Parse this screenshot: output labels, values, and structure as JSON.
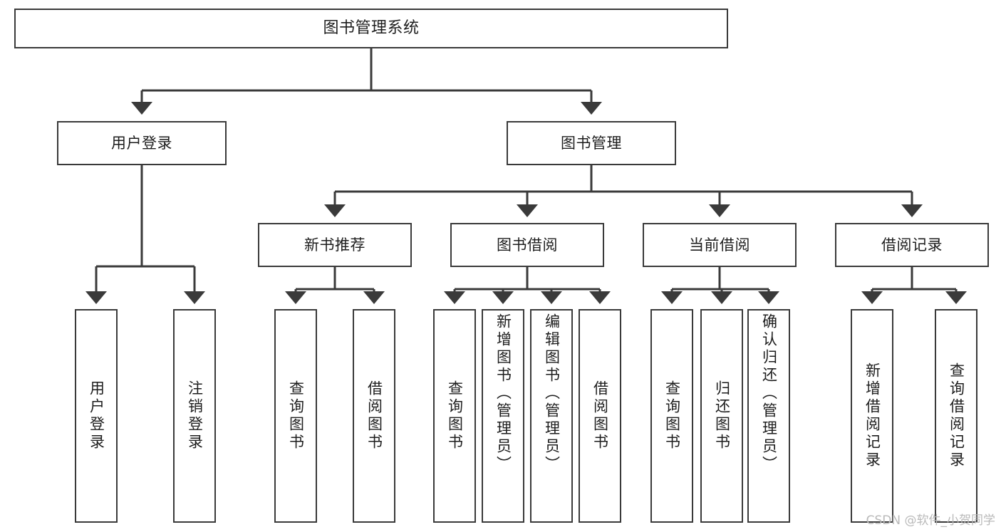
{
  "diagram": {
    "type": "tree",
    "title": "图书管理系统",
    "watermark": "CSDN @软件_小贺同学",
    "colors": {
      "border": "#3a3a3a",
      "background": "#ffffff",
      "text": "#1d1d1d",
      "watermark": "#b9b9b9"
    },
    "nodes": {
      "root": {
        "label": "图书管理系统"
      },
      "level2": [
        {
          "label": "用户登录"
        },
        {
          "label": "图书管理"
        }
      ],
      "level3": [
        {
          "label": "新书推荐"
        },
        {
          "label": "图书借阅"
        },
        {
          "label": "当前借阅"
        },
        {
          "label": "借阅记录"
        }
      ],
      "leaves": {
        "user_login": [
          {
            "label": "用户登录"
          },
          {
            "label": "注销登录"
          }
        ],
        "new_book": [
          {
            "label": "查询图书"
          },
          {
            "label": "借阅图书"
          }
        ],
        "book_borrow": [
          {
            "label": "查询图书"
          },
          {
            "label": "新增图书（管理员）"
          },
          {
            "label": "编辑图书（管理员）"
          },
          {
            "label": "借阅图书"
          }
        ],
        "current_borrow": [
          {
            "label": "查询图书"
          },
          {
            "label": "归还图书"
          },
          {
            "label": "确认归还（管理员）"
          }
        ],
        "borrow_record": [
          {
            "label": "新增借阅记录"
          },
          {
            "label": "查询借阅记录"
          }
        ]
      }
    }
  }
}
